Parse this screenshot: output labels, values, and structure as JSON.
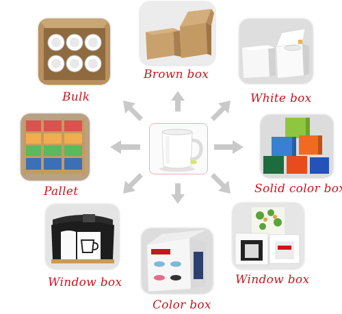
{
  "center": {
    "name": "white-mug"
  },
  "options": [
    {
      "id": "bulk",
      "label": "Bulk"
    },
    {
      "id": "brown-box",
      "label": "Brown box"
    },
    {
      "id": "white-box",
      "label": "White box"
    },
    {
      "id": "solid-color-box",
      "label": "Solid color box"
    },
    {
      "id": "window-box-right",
      "label": "Window box"
    },
    {
      "id": "color-box",
      "label": "Color box"
    },
    {
      "id": "window-box-left",
      "label": "Window box"
    },
    {
      "id": "pallet",
      "label": "Pallet"
    }
  ],
  "colors": {
    "label": "#c8161d",
    "arrow": "#c9c9c9",
    "center_border": "#e7b1b4"
  }
}
